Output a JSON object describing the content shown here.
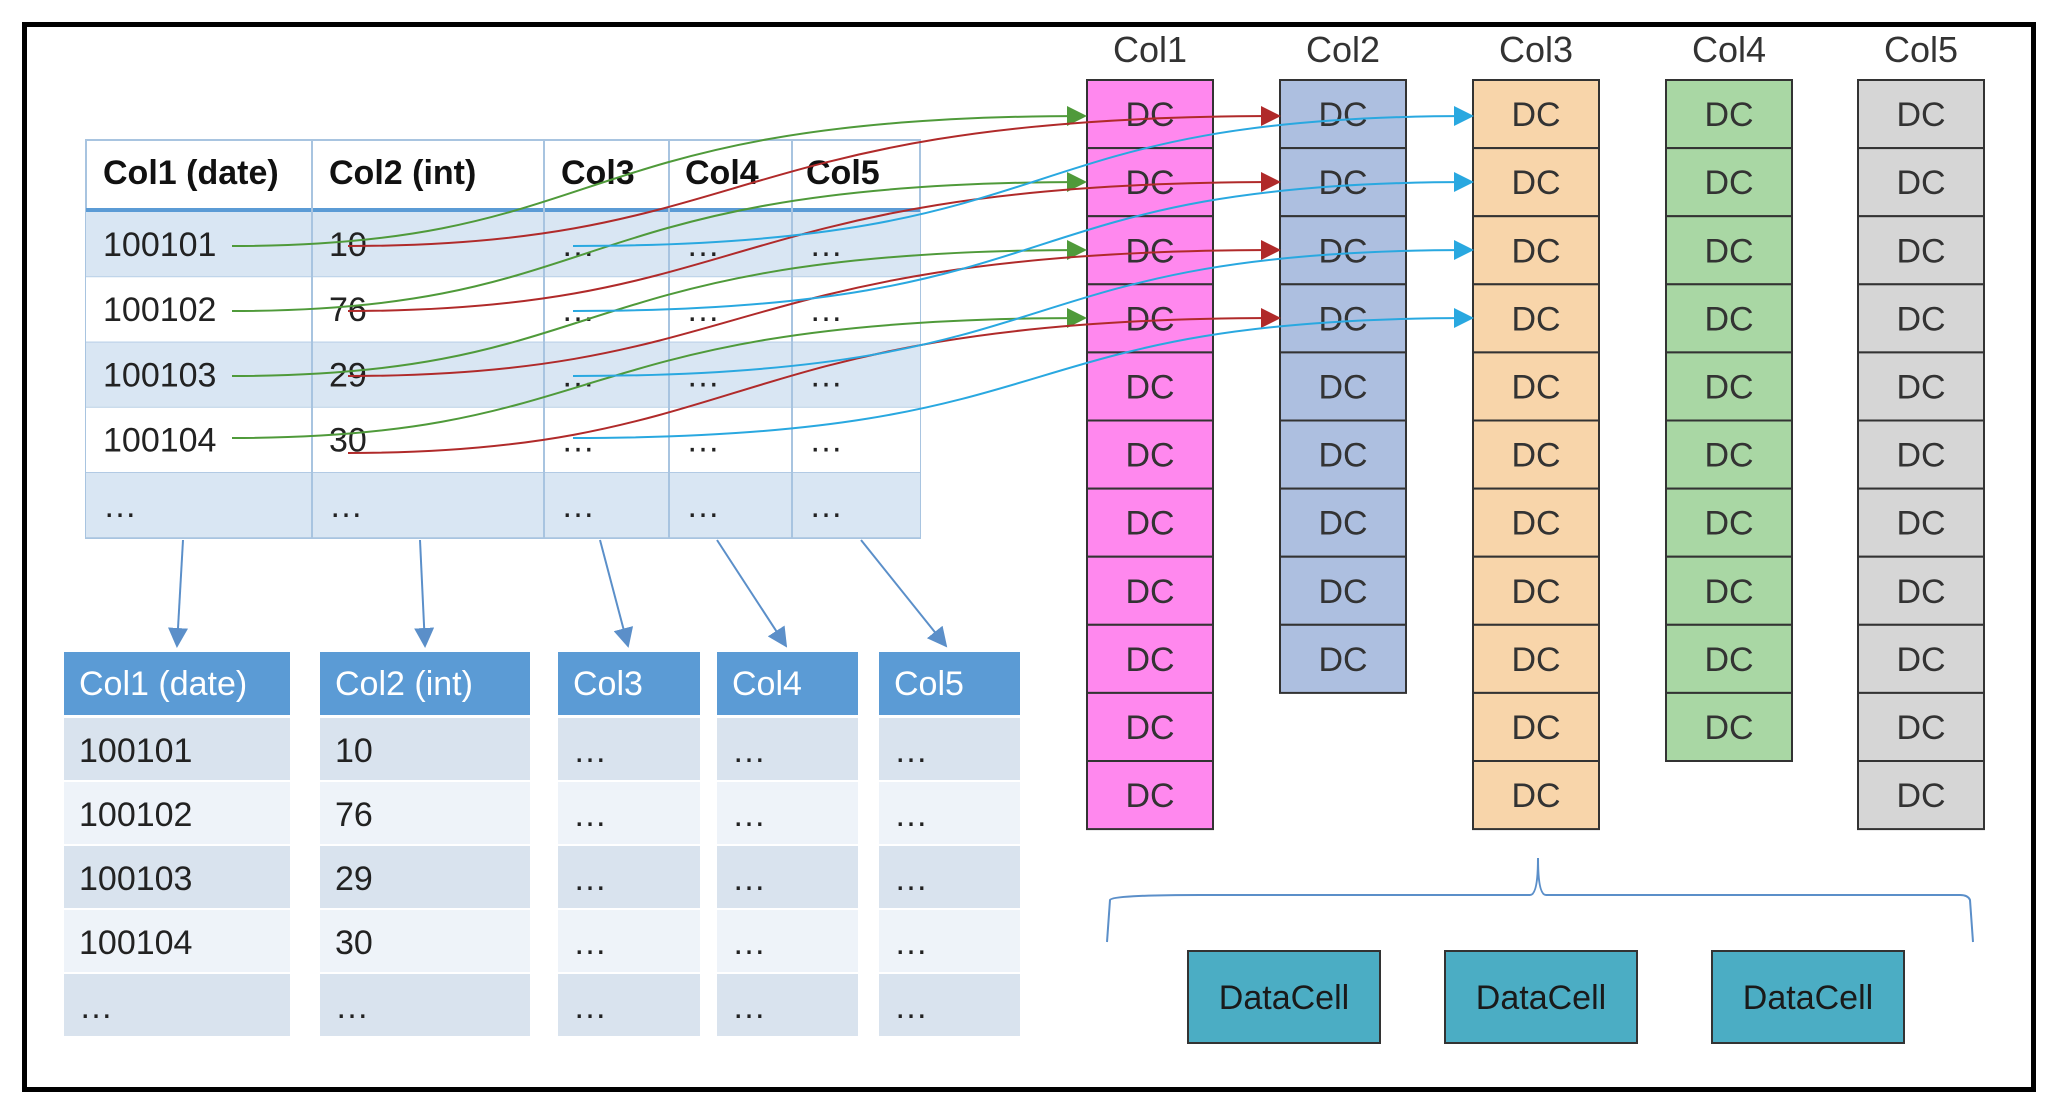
{
  "row_table": {
    "headers": [
      "Col1 (date)",
      "Col2 (int)",
      "Col3",
      "Col4",
      "Col5"
    ],
    "rows": [
      [
        "100101",
        "10",
        "…",
        "…",
        "…"
      ],
      [
        "100102",
        "76",
        "…",
        "…",
        "…"
      ],
      [
        "100103",
        "29",
        "…",
        "…",
        "…"
      ],
      [
        "100104",
        "30",
        "…",
        "…",
        "…"
      ],
      [
        "…",
        "…",
        "…",
        "…",
        "…"
      ]
    ]
  },
  "column_tables": {
    "headers": [
      "Col1 (date)",
      "Col2 (int)",
      "Col3",
      "Col4",
      "Col5"
    ],
    "columns": [
      [
        "100101",
        "100102",
        "100103",
        "100104",
        "…"
      ],
      [
        "10",
        "76",
        "29",
        "30",
        "…"
      ],
      [
        "…",
        "…",
        "…",
        "…",
        "…"
      ],
      [
        "…",
        "…",
        "…",
        "…",
        "…"
      ],
      [
        "…",
        "…",
        "…",
        "…",
        "…"
      ]
    ],
    "header_color": "#5b9bd5"
  },
  "storage_columns": [
    {
      "label": "Col1",
      "cell_count": 11,
      "color": "#ff88ee"
    },
    {
      "label": "Col2",
      "cell_count": 9,
      "color": "#adbfe0"
    },
    {
      "label": "Col3",
      "cell_count": 11,
      "color": "#f8d5aa"
    },
    {
      "label": "Col4",
      "cell_count": 10,
      "color": "#a9d7a4"
    },
    {
      "label": "Col5",
      "cell_count": 11,
      "color": "#d6d6d6"
    }
  ],
  "cell_label": "DC",
  "datacells": [
    "DataCell",
    "DataCell",
    "DataCell"
  ],
  "datacell_color": "#4badc4",
  "arrow_colors": {
    "col1": "#4f9a3a",
    "col2": "#b02a2a",
    "col3": "#29a8e0",
    "down": "#5b8fc9"
  }
}
